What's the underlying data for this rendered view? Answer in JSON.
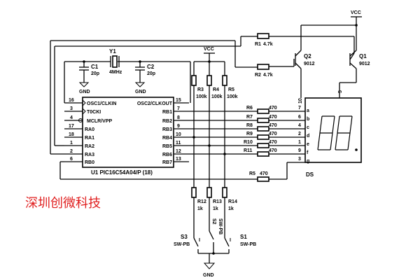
{
  "brand": "深圳创微科技",
  "power": {
    "vcc": "VCC",
    "gnd": "GND"
  },
  "mcu": {
    "name": "U1 PIC16C54A04/P (18)",
    "left_pins": [
      {
        "num": "16",
        "label": "OSC1/CLKIN"
      },
      {
        "num": "3",
        "label": "T0CKI"
      },
      {
        "num": "4",
        "label": "MCLR/VPP"
      },
      {
        "num": "17",
        "label": "RA0"
      },
      {
        "num": "18",
        "label": "RA1"
      },
      {
        "num": "1",
        "label": "RA2"
      },
      {
        "num": "2",
        "label": "RA3"
      },
      {
        "num": "6",
        "label": "RB0"
      }
    ],
    "right_pins": [
      {
        "num": "15",
        "label": "OSC2/CLKOUT"
      },
      {
        "num": "7",
        "label": "RB1"
      },
      {
        "num": "8",
        "label": "RB2"
      },
      {
        "num": "9",
        "label": "RB3"
      },
      {
        "num": "10",
        "label": "RB4"
      },
      {
        "num": "11",
        "label": "RB5"
      },
      {
        "num": "12",
        "label": "RB6"
      },
      {
        "num": "13",
        "label": "RB7"
      }
    ]
  },
  "crystal": {
    "name": "Y1",
    "value": "4MHz"
  },
  "c1": {
    "name": "C1",
    "value": "20p"
  },
  "c2": {
    "name": "C2",
    "value": "20p"
  },
  "r1": {
    "name": "R1",
    "value": "4.7k"
  },
  "r2": {
    "name": "R2",
    "value": "4.7k"
  },
  "q1": {
    "name": "Q1",
    "value": "9012"
  },
  "q2": {
    "name": "Q2",
    "value": "9012"
  },
  "pullups": [
    {
      "name": "R3",
      "value": "100k"
    },
    {
      "name": "R4",
      "value": "100k"
    },
    {
      "name": "R5",
      "value": "100k"
    }
  ],
  "seg_resistors": [
    {
      "name": "R6",
      "value": "470",
      "pin": "7",
      "seg": "a"
    },
    {
      "name": "R7",
      "value": "470",
      "pin": "6",
      "seg": "b"
    },
    {
      "name": "R8",
      "value": "470",
      "pin": "4",
      "seg": "c"
    },
    {
      "name": "R9",
      "value": "470",
      "pin": "2",
      "seg": "d"
    },
    {
      "name": "R10",
      "value": "470",
      "pin": "1",
      "seg": "e"
    },
    {
      "name": "R11",
      "value": "470",
      "pin": "9",
      "seg": "f"
    }
  ],
  "r_g": {
    "name": "R5",
    "value": "470",
    "pin": "3",
    "seg": "g"
  },
  "display": {
    "name": "DS",
    "pin_a": "10",
    "pin_b": "5"
  },
  "series_r": [
    {
      "name": "R12",
      "value": "1k"
    },
    {
      "name": "R13",
      "value": "1k"
    },
    {
      "name": "R14",
      "value": "1k"
    }
  ],
  "switches": {
    "s1": {
      "name": "S1",
      "type": "SW-PB"
    },
    "s2": {
      "name": "S2",
      "type": "SW-PB"
    },
    "s3": {
      "name": "S3",
      "type": "SW-PB"
    }
  }
}
